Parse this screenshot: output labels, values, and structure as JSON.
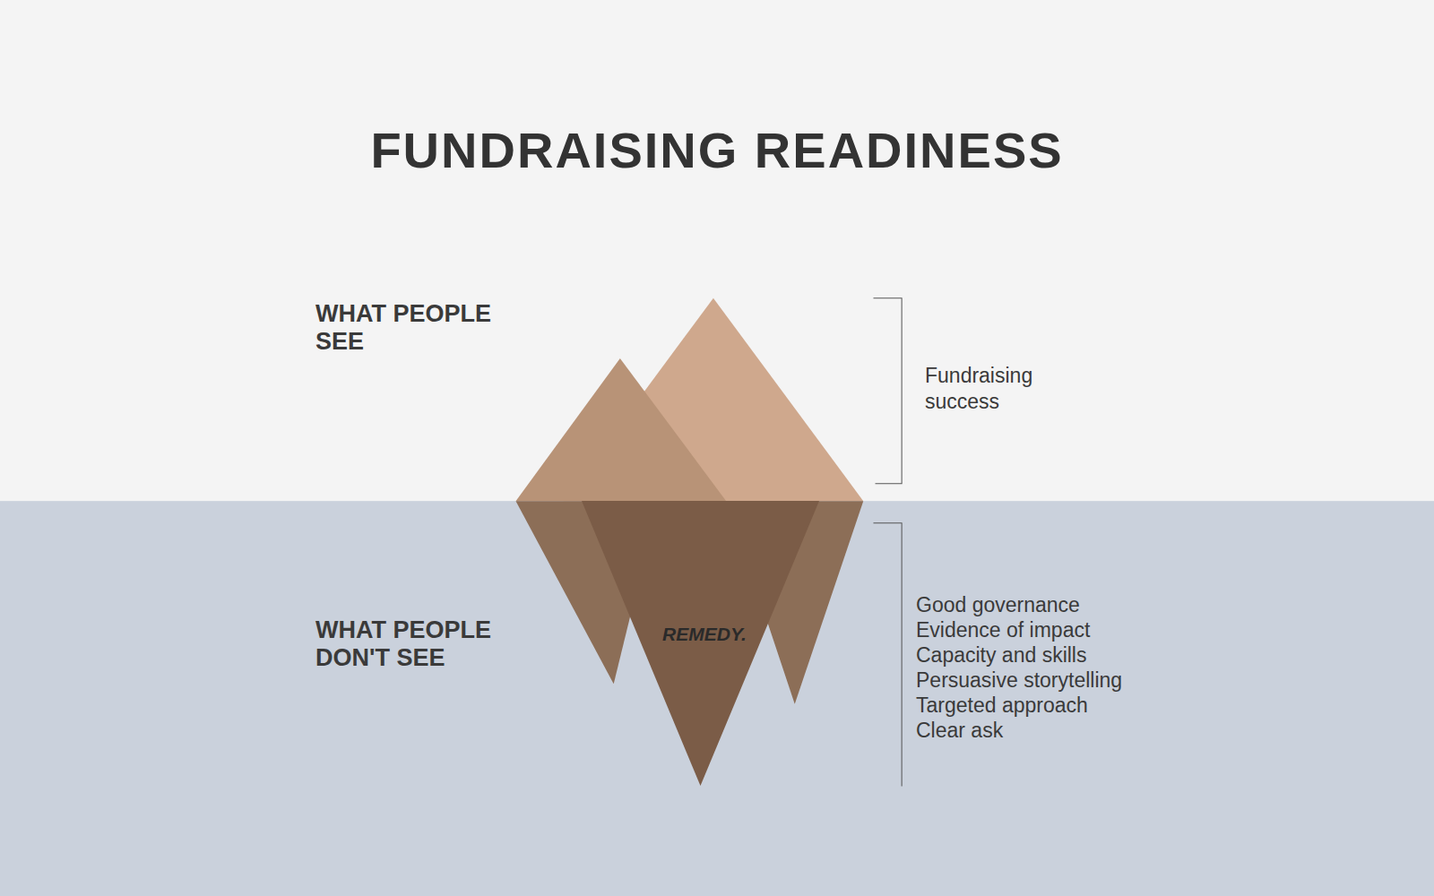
{
  "diagram": {
    "title": "FUNDRAISING READINESS",
    "nodes": [
      {
        "text": [
          "REMEDY."
        ]
      }
    ],
    "labels": [
      "WHAT PEOPLE SEE",
      "Fundraising success",
      "WHAT PEOPLE DON'T SEE",
      "Good governance",
      "Evidence of impact",
      "Capacity and skills",
      "Persuasive storytelling",
      "Targeted approach",
      "Clear ask"
    ]
  }
}
